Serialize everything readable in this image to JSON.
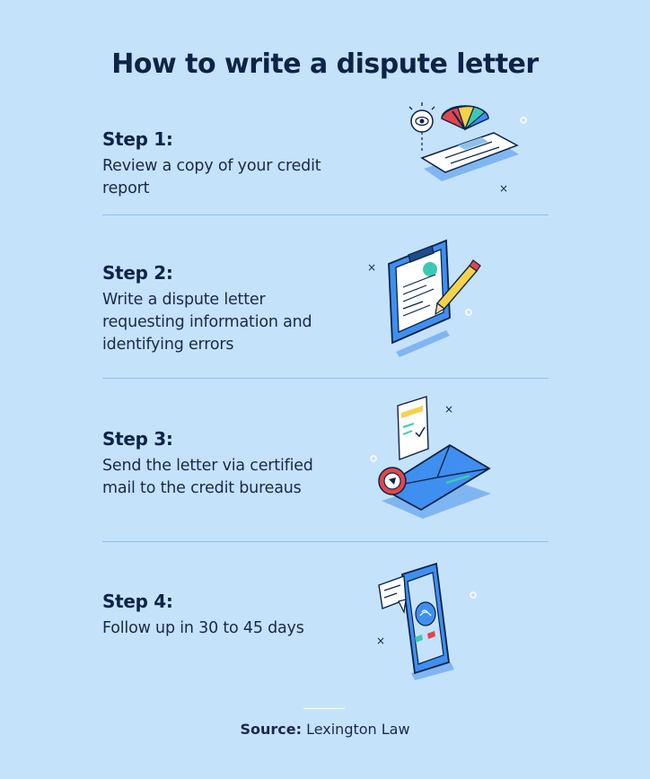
{
  "title": "How to write a dispute letter",
  "steps": [
    {
      "label": "Step 1:",
      "lines": [
        "Review a copy of your credit report"
      ]
    },
    {
      "label": "Step 2:",
      "lines": [
        "Write a dispute letter",
        "requesting information and",
        "identifying errors"
      ]
    },
    {
      "label": "Step 3:",
      "lines": [
        "Send the letter via certified",
        "mail to the credit bureaus"
      ]
    },
    {
      "label": "Step 4:",
      "lines": [
        "Follow up in 30 to 45 days"
      ]
    }
  ],
  "source": {
    "label": "Source:",
    "value": "Lexington Law"
  },
  "colors": {
    "background": "#c5e2fb",
    "text": "#0d2347",
    "divider": "#8ec2ea",
    "accent_blue": "#3f8ff0",
    "accent_yellow": "#f4d24a",
    "accent_red": "#e0474c",
    "accent_teal": "#3cc9b4"
  },
  "icons": [
    "credit-report-icon",
    "clipboard-pencil-icon",
    "envelope-seal-icon",
    "phone-call-icon"
  ]
}
